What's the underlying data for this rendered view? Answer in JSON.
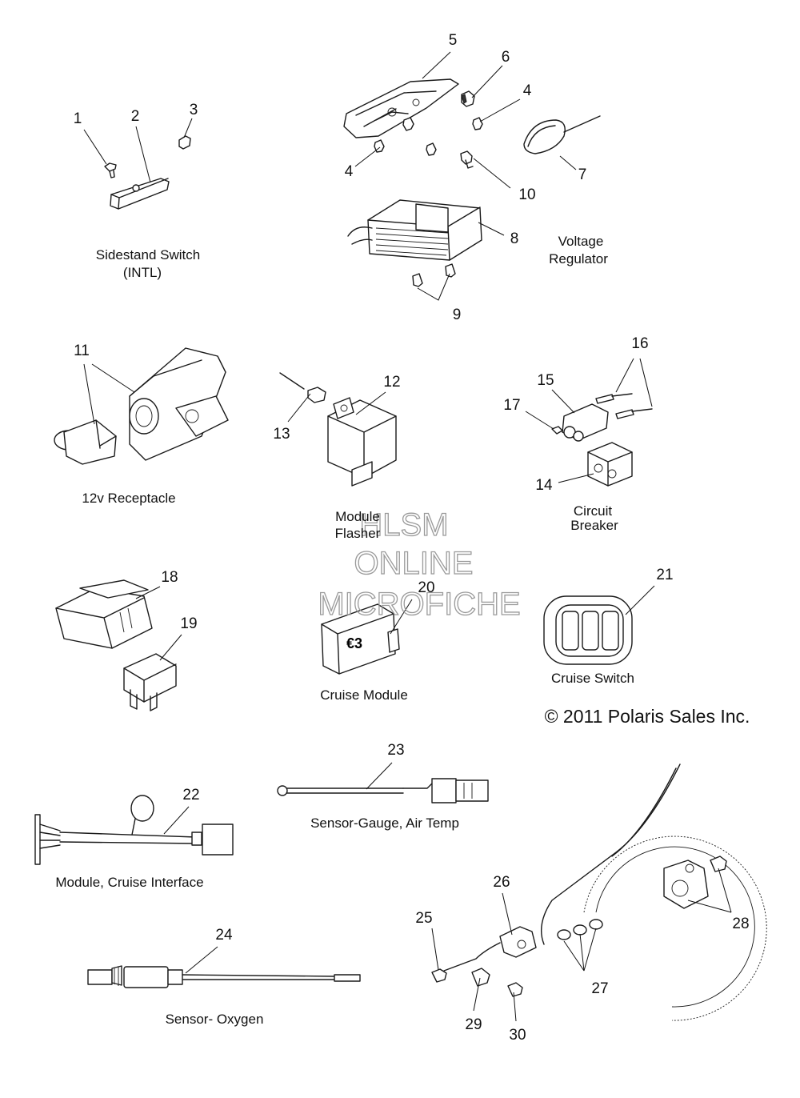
{
  "callouts": [
    "1",
    "2",
    "3",
    "4",
    "4",
    "5",
    "6",
    "7",
    "8",
    "9",
    "10",
    "11",
    "12",
    "13",
    "14",
    "15",
    "16",
    "17",
    "18",
    "19",
    "20",
    "21",
    "22",
    "23",
    "24",
    "25",
    "26",
    "27",
    "28",
    "29",
    "30"
  ],
  "captions": {
    "sidestand_line1": "Sidestand Switch",
    "sidestand_line2": "(INTL)",
    "voltage_line1": "Voltage",
    "voltage_line2": "Regulator",
    "receptacle": "12v Receptacle",
    "flasher_line1": "Module",
    "flasher_line2": "Flasher",
    "breaker_line1": "Circuit",
    "breaker_line2": "Breaker",
    "cruise_module": "Cruise Module",
    "cruise_switch": "Cruise Switch",
    "air_temp": "Sensor-Gauge, Air Temp",
    "cruise_interface": "Module, Cruise Interface",
    "oxygen": "Sensor- Oxygen"
  },
  "copyright": "© 2011 Polaris Sales Inc.",
  "watermark": {
    "line1": "HLSM",
    "line2": "ONLINE",
    "line3": "MICROFICHE"
  },
  "part_label_20": "€3"
}
